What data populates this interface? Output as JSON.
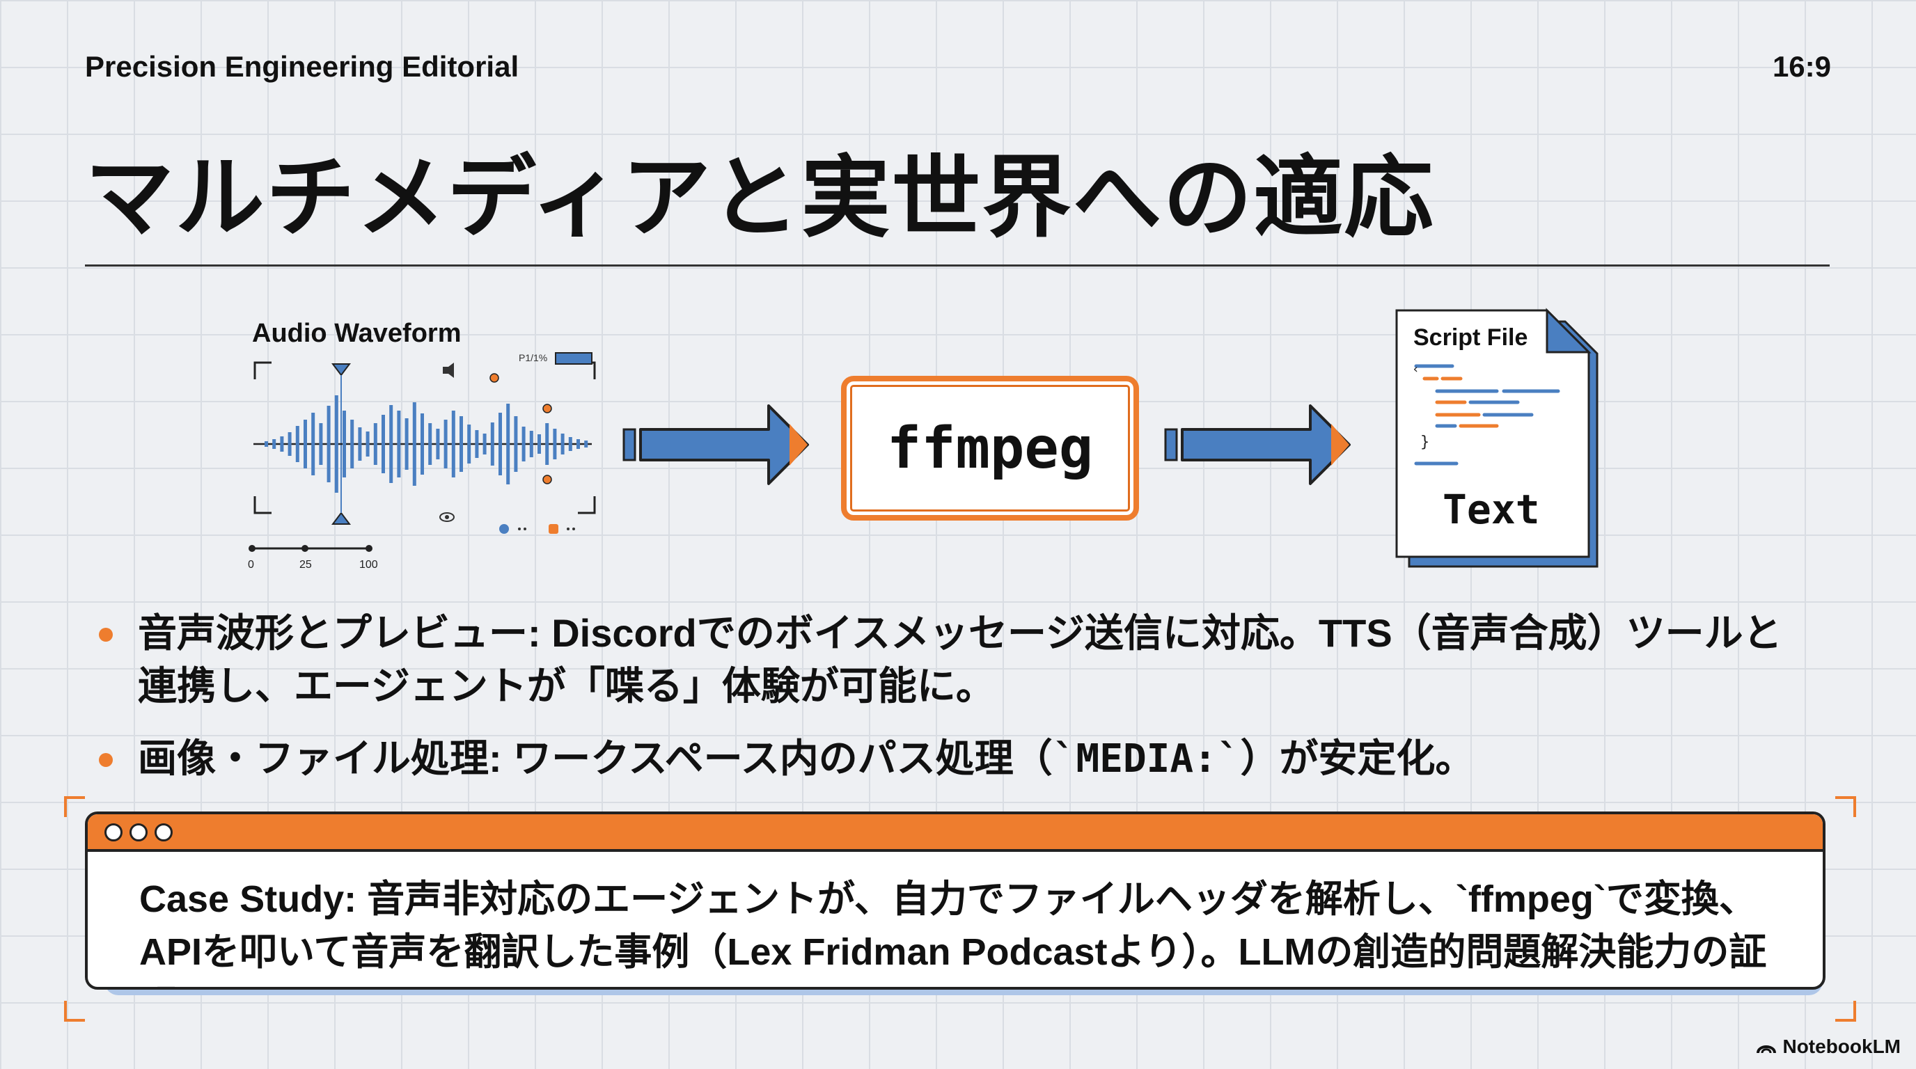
{
  "header": {
    "brand": "Precision Engineering Editorial",
    "aspect_ratio": "16:9",
    "title": "マルチメディアと実世界への適応"
  },
  "diagram": {
    "audio_label": "Audio Waveform",
    "audio_readout": "P1/1%",
    "scale_ticks": [
      "0",
      "25",
      "100"
    ],
    "processor_label": "ffmpeg",
    "output_label": "Script File",
    "output_text": "Text",
    "colors": {
      "accent": "#ee7d2e",
      "blue": "#4a7fc1"
    }
  },
  "bullets": [
    {
      "text": "音声波形とプレビュー: Discordでのボイスメッセージ送信に対応。TTS（音声合成）ツールと連携し、エージェントが「喋る」体験が可能に。"
    },
    {
      "pre": "画像・ファイル処理: ワークスペース内のパス処理（",
      "code": "`MEDIA:`",
      "post": "）が安定化。"
    }
  ],
  "case_study": {
    "text": "Case Study: 音声非対応のエージェントが、自力でファイルヘッダを解析し、`ffmpeg`で変換、APIを叩いて音声を翻訳した事例（Lex Fridman Podcastより）。LLMの創造的問題解決能力の証明。"
  },
  "footer": {
    "logo": "NotebookLM"
  }
}
